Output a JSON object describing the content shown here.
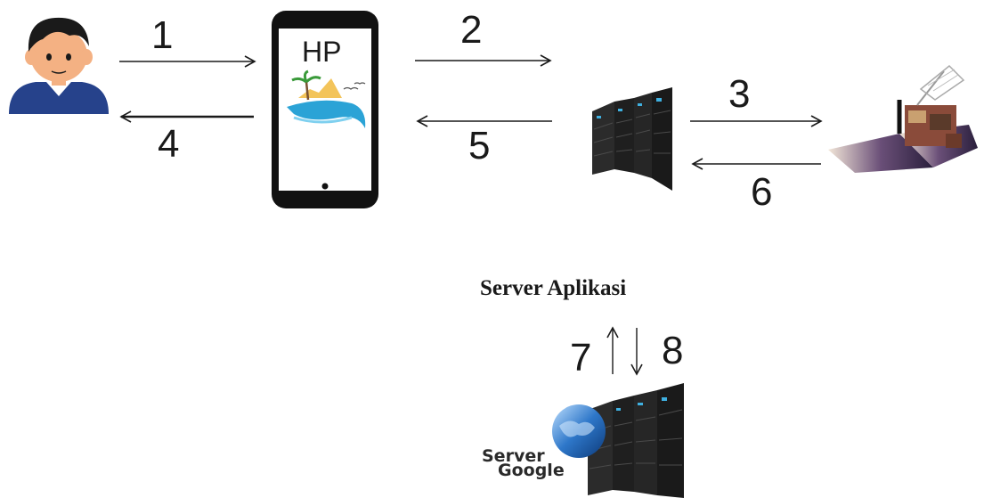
{
  "diagram": {
    "phone_label": "HP",
    "server_app_label": "Server Aplikasi",
    "google_label_line1": "Server",
    "google_label_line2": "Google",
    "steps": [
      "1",
      "2",
      "3",
      "4",
      "5",
      "6",
      "7",
      "8"
    ]
  },
  "colors": {
    "line": "#1a1a1a",
    "person_shirt": "#26428b",
    "person_skin": "#f4b183",
    "server_dark": "#1f1f1f",
    "server_led": "#3fb0e0",
    "globe_blue": "#2e77c9"
  }
}
